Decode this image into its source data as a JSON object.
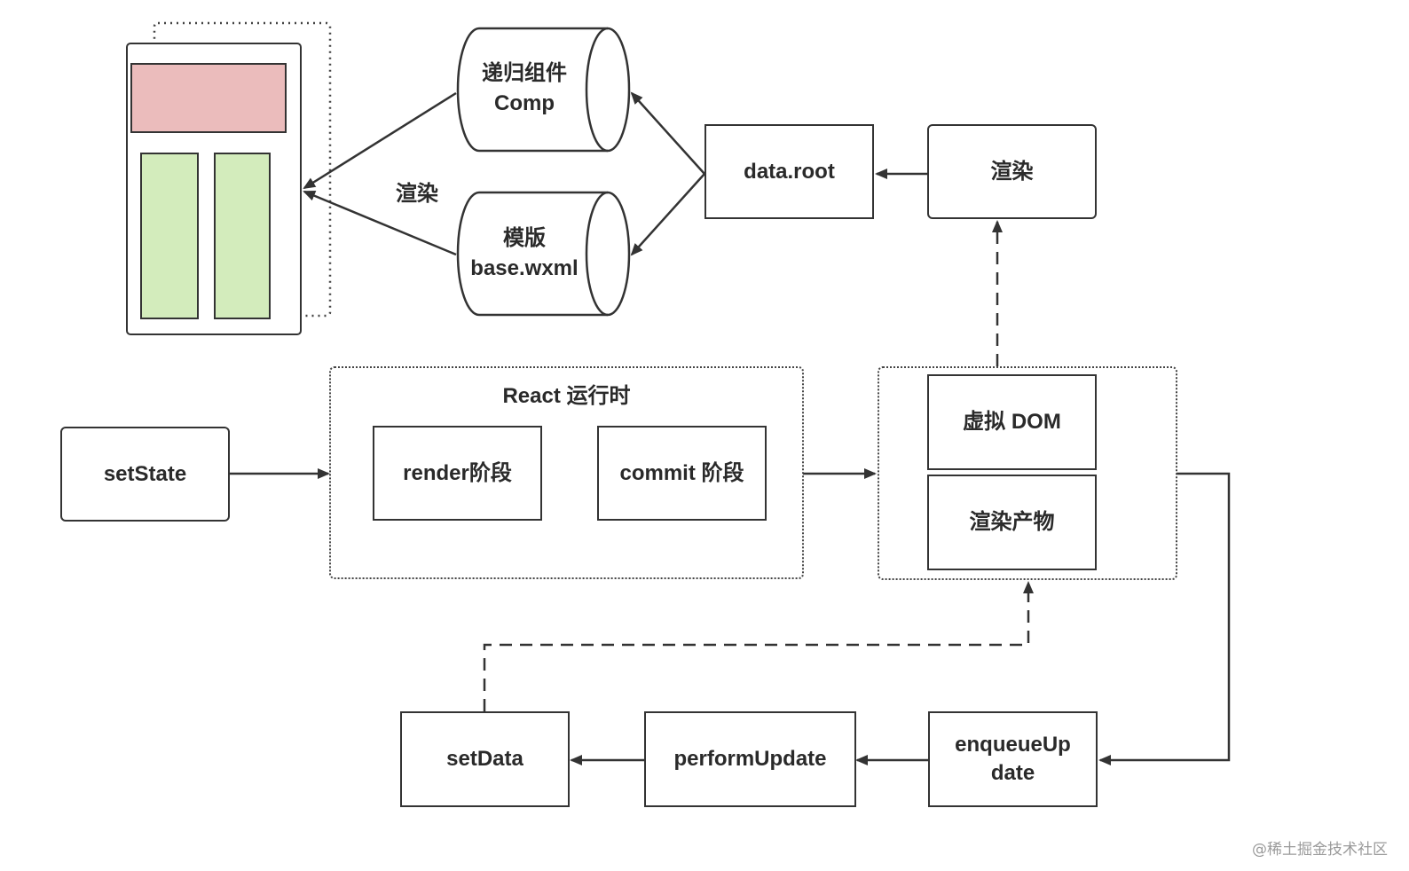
{
  "nodes": {
    "comp_cylinder": {
      "line1": "递归组件",
      "line2": "Comp"
    },
    "template_cylinder": {
      "line1": "模版",
      "line2": "base.wxml"
    },
    "data_root": "data.root",
    "render_top": "渲染",
    "render_edge_label": "渲染",
    "react_runtime": {
      "title": "React 运行时",
      "render_phase": "render阶段",
      "commit_phase": "commit 阶段"
    },
    "set_state": "setState",
    "virtual_dom": "虚拟 DOM",
    "render_output": "渲染产物",
    "set_data": "setData",
    "perform_update": "performUpdate",
    "enqueue_update": {
      "line1": "enqueueUp",
      "line2": "date"
    }
  },
  "colors": {
    "stroke": "#333333",
    "mock_header": "#ebbcbc",
    "mock_column": "#d3ecbc"
  },
  "watermark": "@稀土掘金技术社区"
}
